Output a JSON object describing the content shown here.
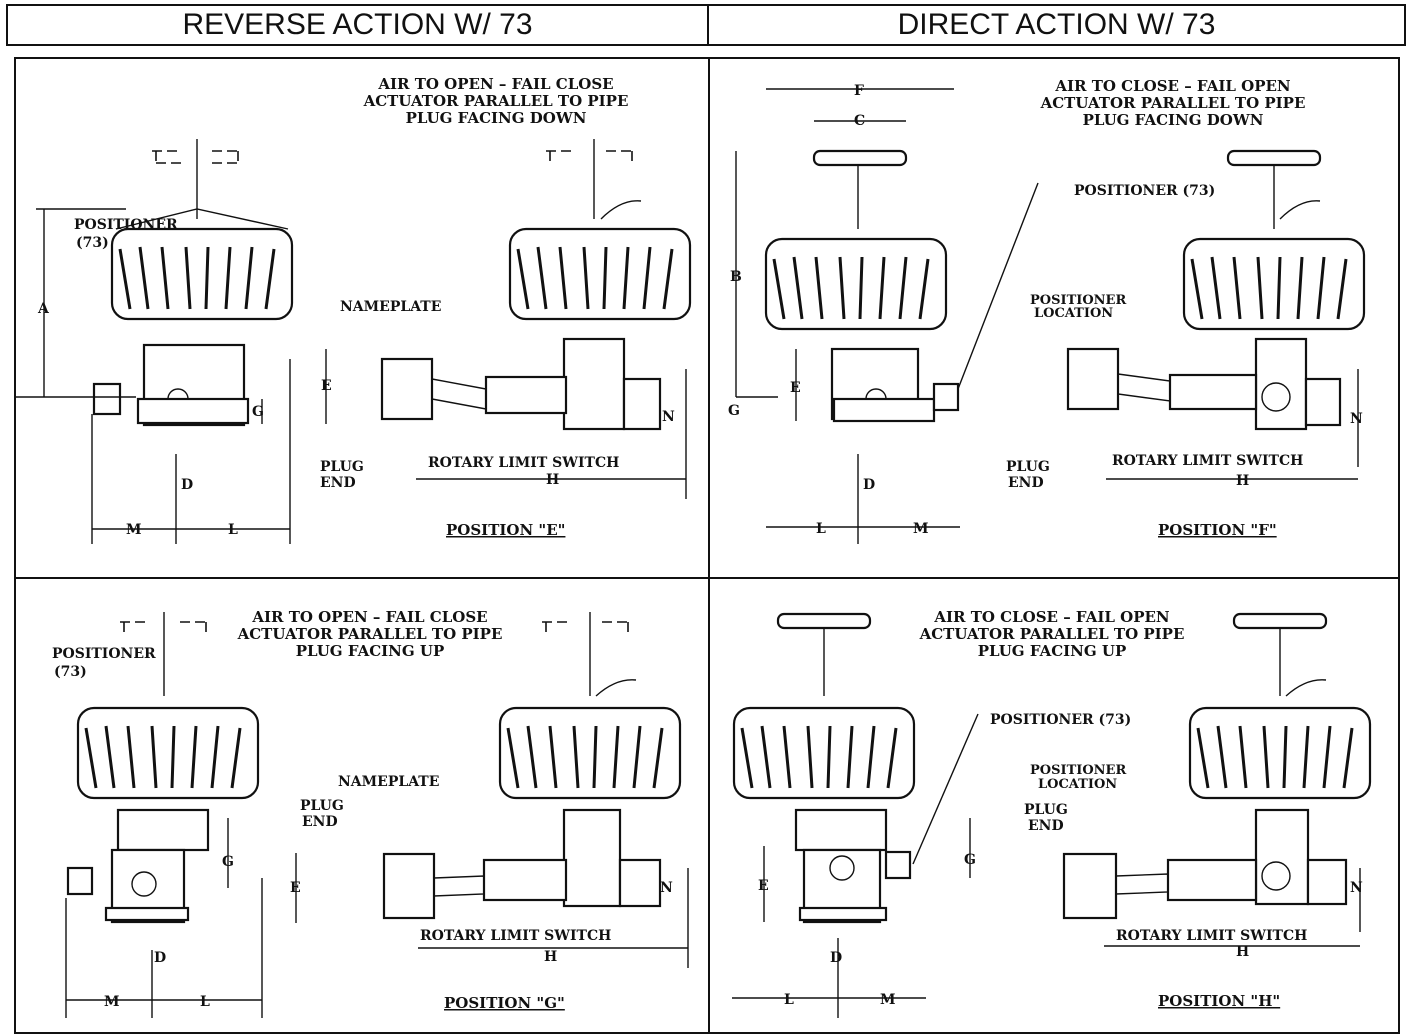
{
  "header": {
    "left": "REVERSE ACTION W/ 73",
    "right": "DIRECT ACTION W/ 73"
  },
  "panels": {
    "e": {
      "title": [
        "AIR TO OPEN – FAIL CLOSE",
        "ACTUATOR PARALLEL TO PIPE",
        "PLUG FACING DOWN"
      ],
      "position": "POSITION \"E\"",
      "labels": {
        "positioner": "POSITIONER",
        "positioner_num": "(73)",
        "nameplate": "NAMEPLATE",
        "plug": "PLUG",
        "end": "END",
        "rotary": "ROTARY LIMIT SWITCH",
        "A": "A",
        "D": "D",
        "E": "E",
        "G": "G",
        "H": "H",
        "L": "L",
        "M": "M",
        "N": "N"
      }
    },
    "f": {
      "title": [
        "AIR TO CLOSE – FAIL OPEN",
        "ACTUATOR PARALLEL TO PIPE",
        "PLUG FACING DOWN"
      ],
      "position": "POSITION \"F\"",
      "labels": {
        "positioner": "POSITIONER (73)",
        "positioner_loc": "POSITIONER",
        "location": "LOCATION",
        "plug": "PLUG",
        "end": "END",
        "rotary": "ROTARY LIMIT SWITCH",
        "B": "B",
        "C": "C",
        "D": "D",
        "E": "E",
        "F": "F",
        "G": "G",
        "H": "H",
        "L": "L",
        "M": "M",
        "N": "N"
      }
    },
    "g": {
      "title": [
        "AIR TO OPEN – FAIL CLOSE",
        "ACTUATOR PARALLEL TO PIPE",
        "PLUG FACING UP"
      ],
      "position": "POSITION \"G\"",
      "labels": {
        "positioner": "POSITIONER",
        "positioner_num": "(73)",
        "nameplate": "NAMEPLATE",
        "plug": "PLUG",
        "end": "END",
        "rotary": "ROTARY LIMIT SWITCH",
        "D": "D",
        "E": "E",
        "G": "G",
        "H": "H",
        "L": "L",
        "M": "M",
        "N": "N"
      }
    },
    "h": {
      "title": [
        "AIR TO CLOSE – FAIL OPEN",
        "ACTUATOR PARALLEL TO PIPE",
        "PLUG FACING UP"
      ],
      "position": "POSITION \"H\"",
      "labels": {
        "positioner": "POSITIONER (73)",
        "positioner_loc": "POSITIONER",
        "location": "LOCATION",
        "plug": "PLUG",
        "end": "END",
        "rotary": "ROTARY LIMIT SWITCH",
        "D": "D",
        "E": "E",
        "G": "G",
        "H": "H",
        "L": "L",
        "M": "M",
        "N": "N"
      }
    }
  }
}
